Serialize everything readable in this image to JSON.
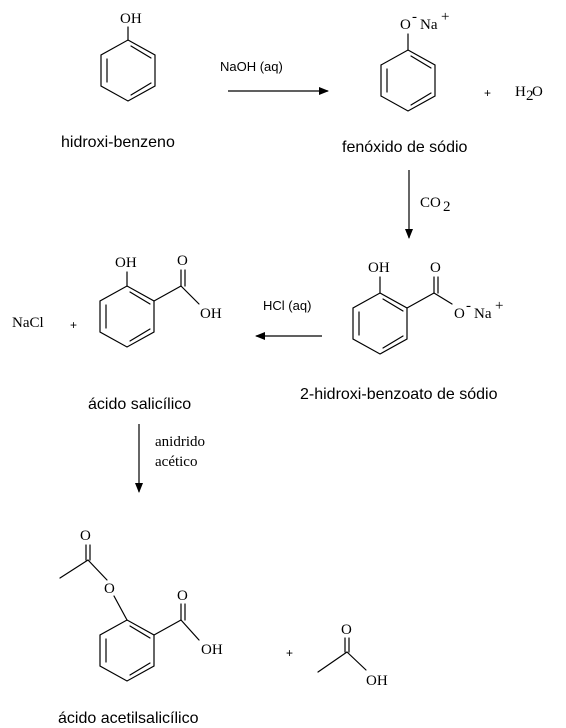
{
  "step1": {
    "reactant_oh": "OH",
    "reactant_name": "hidroxi-benzeno",
    "reagent": "NaOH (aq)",
    "product_o": "O",
    "product_minus": "-",
    "product_na": "Na",
    "product_plus": "+",
    "plus_sign": "+",
    "water_h": "H",
    "water_sub": "2",
    "water_o": "O",
    "product_name": "fenóxido de sódio"
  },
  "step2": {
    "reagent_co": "CO",
    "reagent_sub": "2",
    "product_oh": "OH",
    "product_o_carbonyl": "O",
    "product_o": "O",
    "product_minus": "-",
    "product_na": "Na",
    "product_plus": "+",
    "product_name": "2-hidroxi-benzoato de sódio"
  },
  "step3": {
    "reagent": "HCl (aq)",
    "byproduct": "NaCl",
    "plus_sign": "+",
    "product_oh_phenol": "OH",
    "product_o_carbonyl": "O",
    "product_oh_acid": "OH",
    "product_name": "ácido salicílico"
  },
  "step4": {
    "reagent_line1": "anidrido",
    "reagent_line2": "acético",
    "product_o_acetyl": "O",
    "product_o_ester": "O",
    "product_o_carbonyl": "O",
    "product_oh": "OH",
    "plus_sign": "+",
    "acetic_o": "O",
    "acetic_oh": "OH",
    "product_name": "ácido acetilsalicílico"
  }
}
